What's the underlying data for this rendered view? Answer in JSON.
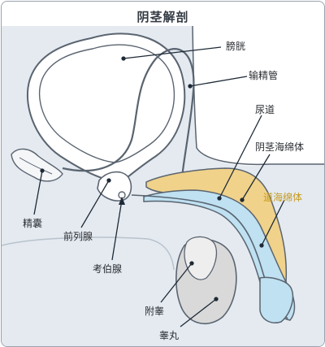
{
  "title": "阴茎解剖",
  "labels": {
    "bladder": "膀胱",
    "vas_deferens": "输精管",
    "urethra": "尿道",
    "corpus_cavernosum": "阴茎海绵体",
    "corpus_spongiosum": "道海绵体",
    "seminal_vesicle": "精囊",
    "prostate": "前列腺",
    "cowper_gland": "考伯腺",
    "epididymis": "附睾",
    "testis": "睾丸"
  },
  "colors": {
    "background": "#e4eaf0",
    "outline": "#5a6470",
    "cavernosum_fill": "#f0d28a",
    "spongiosum_fill": "#bfe1f2",
    "accent_label": "#c79a1a",
    "leader_line": "#1e2a36"
  }
}
